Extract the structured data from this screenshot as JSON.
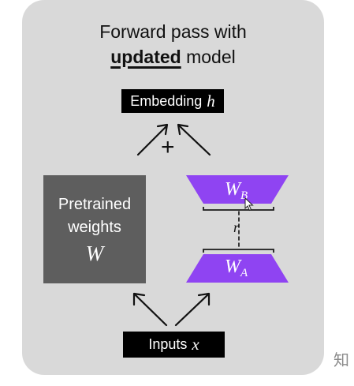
{
  "title": {
    "line1": "Forward pass with",
    "emphasis": "updated",
    "line2_rest": " model"
  },
  "embedding": {
    "label": "Embedding",
    "var": "h"
  },
  "plus": "+",
  "pretrained": {
    "line1": "Pretrained",
    "line2": "weights",
    "var": "W"
  },
  "lora": {
    "wb_base": "W",
    "wb_sub": "B",
    "wa_base": "W",
    "wa_sub": "A",
    "rank": "r"
  },
  "inputs": {
    "label": "Inputs",
    "var": "x"
  },
  "watermark": "知",
  "colors": {
    "panel": "#d9d9d9",
    "lora_purple": "#8f44f2",
    "pretrained_gray": "#5e5e5e",
    "box_black": "#000000"
  }
}
